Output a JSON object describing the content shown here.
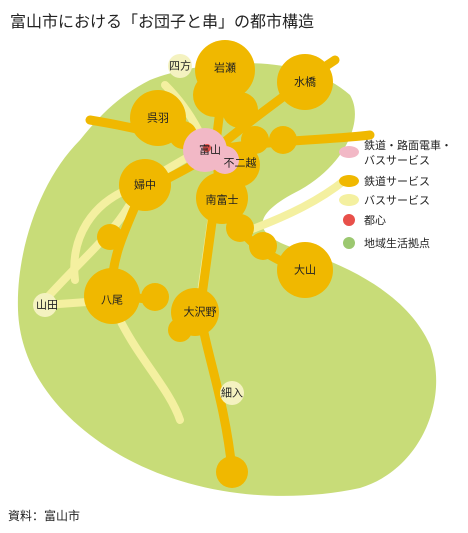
{
  "title": "富山市における「お団子と串」の都市構造",
  "source": "資料：富山市",
  "places": {
    "yokata": "四方",
    "iwase": "岩瀬",
    "mizuhashi": "水橋",
    "kureha": "呉羽",
    "toyama": "富山",
    "fujikoshi": "不二越",
    "fuchu": "婦中",
    "minamitoyama": "南富士",
    "oyama": "大山",
    "yamada": "山田",
    "yatsuo": "八尾",
    "osawano": "大沢野",
    "hosoiri": "細入"
  },
  "legend": [
    {
      "label_line1": "鉄道・路面電車・",
      "label_line2": "バスサービス",
      "color": "#f2b8c6"
    },
    {
      "label_line1": "鉄道サービス",
      "label_line2": "",
      "color": "#f0b800"
    },
    {
      "label_line1": "バスサービス",
      "label_line2": "",
      "color": "#f4f0a0"
    },
    {
      "label_line1": "都心",
      "label_line2": "",
      "color": "#e8504a"
    },
    {
      "label_line1": "地域生活拠点",
      "label_line2": "",
      "color": "#9cc870"
    }
  ],
  "colors": {
    "land": "#c8dc78",
    "rail": "#f0b800",
    "bus": "#f4f0a0",
    "tram": "#f2b8c6",
    "center": "#e8504a",
    "node": "#f4f2c0"
  }
}
